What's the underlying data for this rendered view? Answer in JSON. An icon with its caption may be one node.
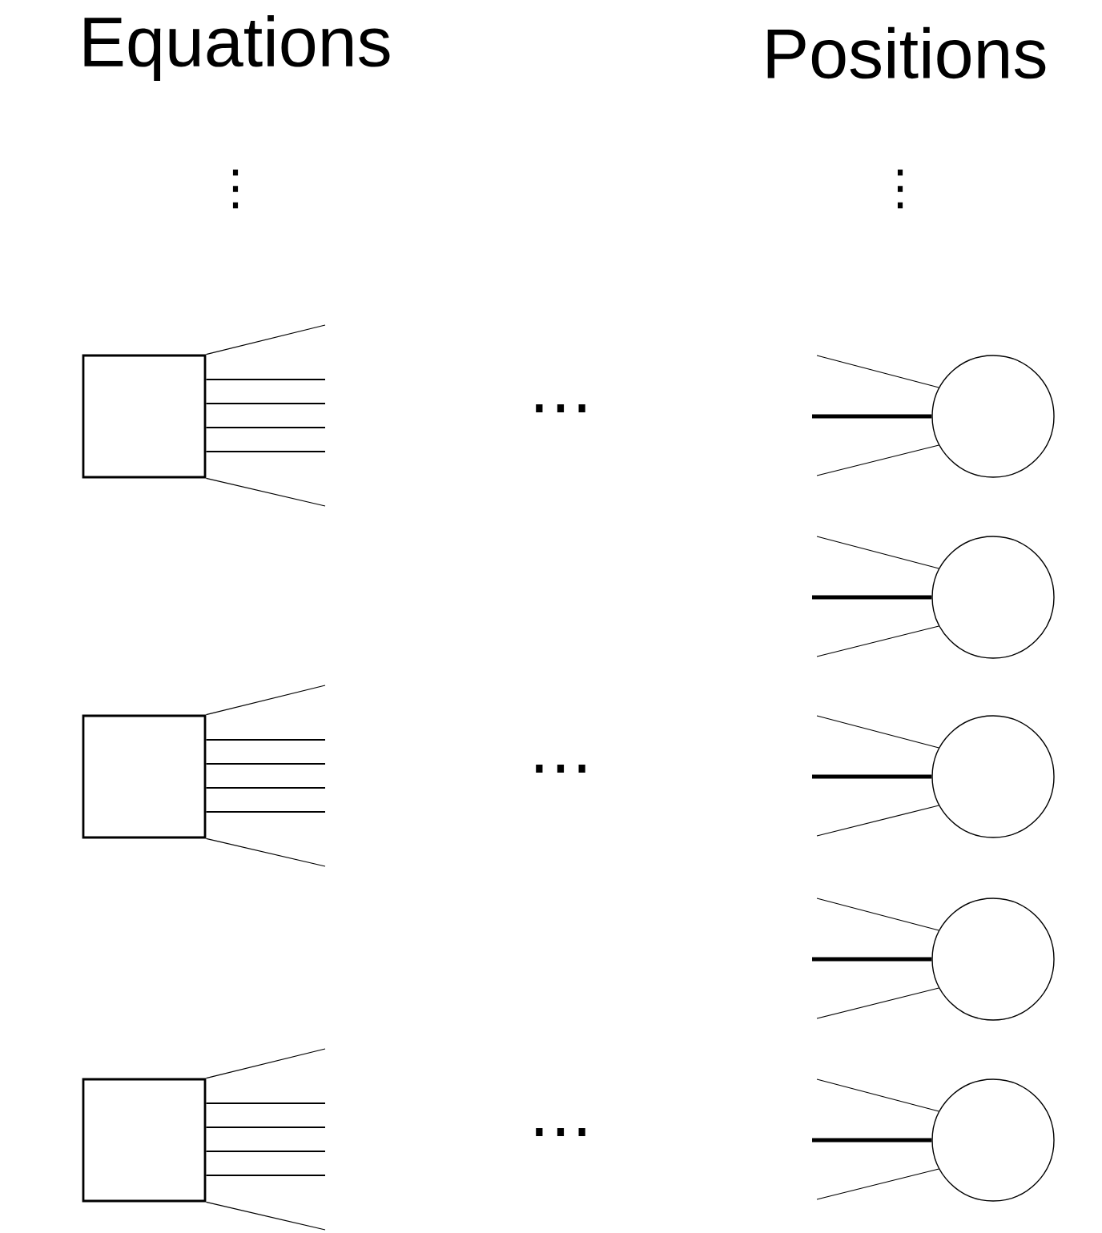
{
  "diagram": {
    "nodes": [
      {
        "text": [],
        "shape": "box"
      },
      {
        "text": [],
        "shape": "box"
      },
      {
        "text": [],
        "shape": "box"
      },
      {
        "text": [],
        "shape": "circle"
      },
      {
        "text": [],
        "shape": "circle"
      },
      {
        "text": [],
        "shape": "circle"
      },
      {
        "text": [],
        "shape": "circle"
      },
      {
        "text": [],
        "shape": "circle"
      }
    ],
    "edges": [
      {
        "from": 0,
        "to": null,
        "arrow": "none"
      },
      {
        "from": 0,
        "to": null,
        "arrow": "none"
      },
      {
        "from": 0,
        "to": null,
        "arrow": "none"
      },
      {
        "from": 0,
        "to": null,
        "arrow": "none"
      },
      {
        "from": 0,
        "to": null,
        "arrow": "none"
      },
      {
        "from": 0,
        "to": null,
        "arrow": "none"
      },
      {
        "from": 1,
        "to": null,
        "arrow": "none"
      },
      {
        "from": 1,
        "to": null,
        "arrow": "none"
      },
      {
        "from": 1,
        "to": null,
        "arrow": "none"
      },
      {
        "from": 1,
        "to": null,
        "arrow": "none"
      },
      {
        "from": 1,
        "to": null,
        "arrow": "none"
      },
      {
        "from": 1,
        "to": null,
        "arrow": "none"
      },
      {
        "from": 2,
        "to": null,
        "arrow": "none"
      },
      {
        "from": 2,
        "to": null,
        "arrow": "none"
      },
      {
        "from": 2,
        "to": null,
        "arrow": "none"
      },
      {
        "from": 2,
        "to": null,
        "arrow": "none"
      },
      {
        "from": 2,
        "to": null,
        "arrow": "none"
      },
      {
        "from": 2,
        "to": null,
        "arrow": "none"
      },
      {
        "from": 3,
        "to": null,
        "arrow": "none"
      },
      {
        "from": 3,
        "to": null,
        "arrow": "none",
        "style": "thick"
      },
      {
        "from": 3,
        "to": null,
        "arrow": "none"
      },
      {
        "from": 4,
        "to": null,
        "arrow": "none"
      },
      {
        "from": 4,
        "to": null,
        "arrow": "none",
        "style": "thick"
      },
      {
        "from": 4,
        "to": null,
        "arrow": "none"
      },
      {
        "from": 5,
        "to": null,
        "arrow": "none"
      },
      {
        "from": 5,
        "to": null,
        "arrow": "none",
        "style": "thick"
      },
      {
        "from": 5,
        "to": null,
        "arrow": "none"
      },
      {
        "from": 6,
        "to": null,
        "arrow": "none"
      },
      {
        "from": 6,
        "to": null,
        "arrow": "none",
        "style": "thick"
      },
      {
        "from": 6,
        "to": null,
        "arrow": "none"
      },
      {
        "from": 7,
        "to": null,
        "arrow": "none"
      },
      {
        "from": 7,
        "to": null,
        "arrow": "none",
        "style": "thick"
      },
      {
        "from": 7,
        "to": null,
        "arrow": "none"
      }
    ],
    "labels": [
      "Equations",
      "Positions",
      "⋮",
      "⋮",
      "⋯",
      "⋯",
      "⋯"
    ]
  }
}
